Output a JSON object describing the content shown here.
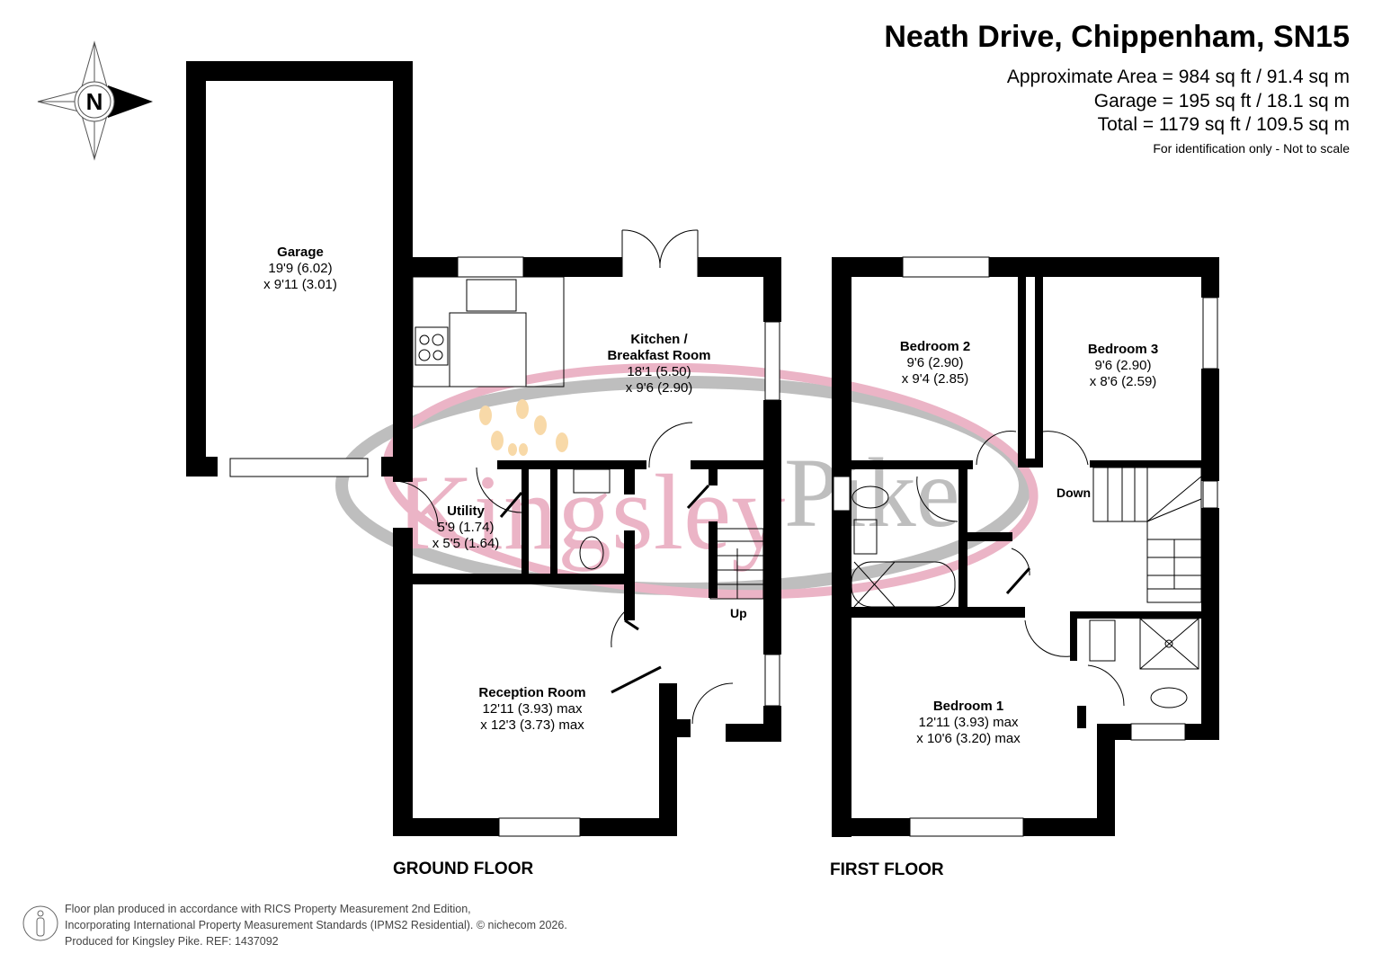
{
  "header": {
    "title": "Neath Drive, Chippenham, SN15",
    "area_lines": [
      "Approximate Area = 984 sq ft / 91.4 sq m",
      "Garage = 195 sq ft / 18.1 sq m",
      "Total = 1179 sq ft / 109.5 sq m"
    ],
    "note": "For identification only - Not to scale"
  },
  "compass": {
    "icon": "compass-north-icon",
    "letter": "N"
  },
  "watermark": {
    "text_left": "Kingsley",
    "text_right": "Pike",
    "colors": {
      "pink": "#e8a8bd",
      "grey": "#b3b3b3",
      "gold": "#f7d39a"
    }
  },
  "ground_floor": {
    "label": "GROUND FLOOR",
    "rooms": [
      {
        "name": "Garage",
        "dim1": "19'9 (6.02)",
        "dim2": "x 9'11 (3.01)"
      },
      {
        "name_line1": "Kitchen /",
        "name": "Breakfast Room",
        "dim1": "18'1 (5.50)",
        "dim2": "x 9'6 (2.90)"
      },
      {
        "name": "Utility",
        "dim1": "5'9 (1.74)",
        "dim2": "x 5'5 (1.64)"
      },
      {
        "name": "Reception Room",
        "dim1": "12'11 (3.93) max",
        "dim2": "x 12'3 (3.73) max"
      }
    ],
    "stairs_label": "Up"
  },
  "first_floor": {
    "label": "FIRST FLOOR",
    "rooms": [
      {
        "name": "Bedroom 2",
        "dim1": "9'6 (2.90)",
        "dim2": "x 9'4 (2.85)"
      },
      {
        "name": "Bedroom 3",
        "dim1": "9'6 (2.90)",
        "dim2": "x 8'6 (2.59)"
      },
      {
        "name": "Bedroom 1",
        "dim1": "12'11 (3.93) max",
        "dim2": "x 10'6 (3.20) max"
      }
    ],
    "stairs_label": "Down"
  },
  "footer": {
    "lines": [
      "Floor plan produced in accordance with RICS Property Measurement 2nd Edition,",
      "Incorporating International Property Measurement Standards (IPMS2 Residential).   © nichecom 2026.",
      "Produced for Kingsley Pike.   REF: 1437092"
    ]
  }
}
